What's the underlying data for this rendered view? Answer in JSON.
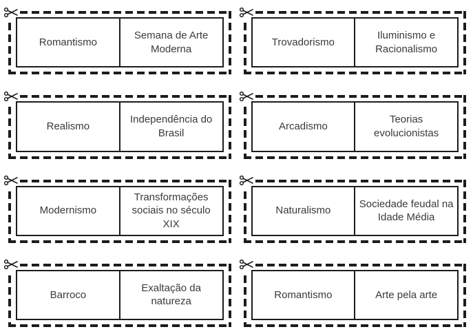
{
  "worksheet": {
    "description": "Cut-out matching cards: literary movement vs historical context",
    "icons": {
      "card_corner": "scissors-icon"
    },
    "colors": {
      "border": "#1c1c1c",
      "text": "#3a3a3a",
      "background": "#ffffff"
    },
    "cards": [
      {
        "movement": "Romantismo",
        "context": "Semana de Arte Moderna"
      },
      {
        "movement": "Trovadorismo",
        "context": "Iluminismo e Racionalismo"
      },
      {
        "movement": "Realismo",
        "context": "Independência do Brasil"
      },
      {
        "movement": "Arcadismo",
        "context": "Teorias evolucionistas"
      },
      {
        "movement": "Modernismo",
        "context": "Transformações sociais no século XIX"
      },
      {
        "movement": "Naturalismo",
        "context": "Sociedade feudal na Idade Média"
      },
      {
        "movement": "Barroco",
        "context": "Exaltação da natureza"
      },
      {
        "movement": "Romantismo",
        "context": "Arte pela arte"
      }
    ]
  }
}
